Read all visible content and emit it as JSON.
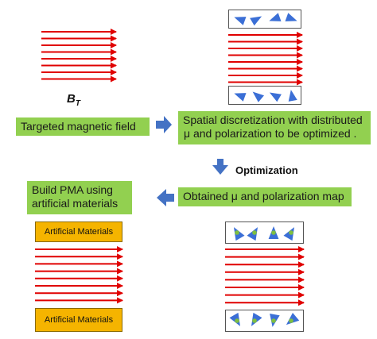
{
  "labels": {
    "bt_main": "B",
    "bt_sub": "T",
    "targeted_field": "Targeted magnetic field",
    "spatial_disc_line1": "Spatial discretization with distributed",
    "spatial_disc_line2": "μ and polarization to be optimized .",
    "optimization": "Optimization",
    "obtained_map": "Obtained μ and polarization map",
    "build_pma_line1": "Build PMA using",
    "build_pma_line2": "artificial materials",
    "artificial_top": "Artificial Materials",
    "artificial_bottom": "Artificial Materials"
  },
  "colors": {
    "field_line": "#e00000",
    "box_green": "#92d050",
    "arrow_blue": "#4472c4",
    "gold": "#f5b400",
    "triangle_blue": "#3b6fd6",
    "triangle_green": "#7fbf3f"
  },
  "icons": {
    "flow_arrow": "blue-block-arrow",
    "top_triangles": "blue-triangle",
    "map_triangles": "blue-green-triangle"
  }
}
